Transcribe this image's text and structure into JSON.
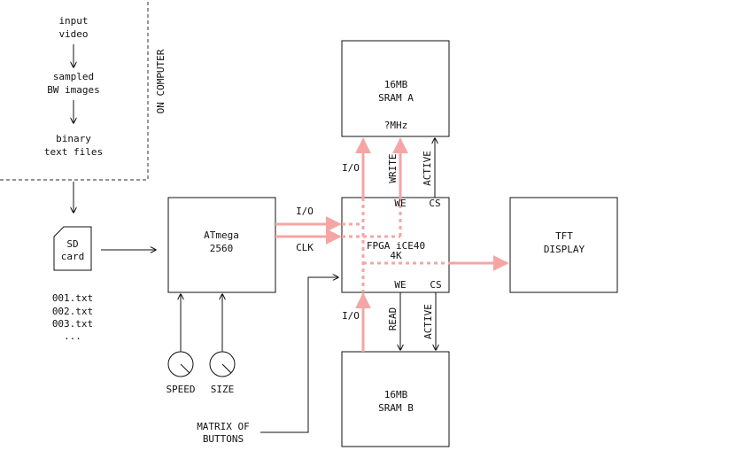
{
  "computer": {
    "label": "ON COMPUTER",
    "steps": [
      [
        "input",
        "video"
      ],
      [
        "sampled",
        "BW images"
      ],
      [
        "binary",
        "text files"
      ]
    ]
  },
  "sdcard": {
    "lines": [
      "SD",
      "card"
    ]
  },
  "files": [
    "001.txt",
    "002.txt",
    "003.txt",
    "..."
  ],
  "atmega": {
    "lines": [
      "ATmega",
      "2560"
    ]
  },
  "fpga": {
    "lines": [
      "FPGA iCE40",
      "4K"
    ],
    "we_top": "WE",
    "cs_top": "CS",
    "we_bottom": "WE",
    "cs_bottom": "CS"
  },
  "sram_a": {
    "lines": [
      "16MB",
      "SRAM A"
    ],
    "speed": "?MHz"
  },
  "sram_b": {
    "lines": [
      "16MB",
      "SRAM B"
    ]
  },
  "tft": {
    "lines": [
      "TFT",
      "DISPLAY"
    ]
  },
  "knobs": {
    "speed": "SPEED",
    "size": "SIZE"
  },
  "buttons": {
    "lines": [
      "MATRIX OF",
      "BUTTONS"
    ]
  },
  "links": {
    "io_atmega": "I/O",
    "clk": "CLK",
    "io_top": "I/O",
    "write": "WRITE",
    "active_top": "ACTIVE",
    "io_bottom": "I/O",
    "read": "READ",
    "active_bottom": "ACTIVE"
  },
  "colors": {
    "signal": "#f6a5a5",
    "line": "#111111",
    "dashed_region": "#555555"
  }
}
